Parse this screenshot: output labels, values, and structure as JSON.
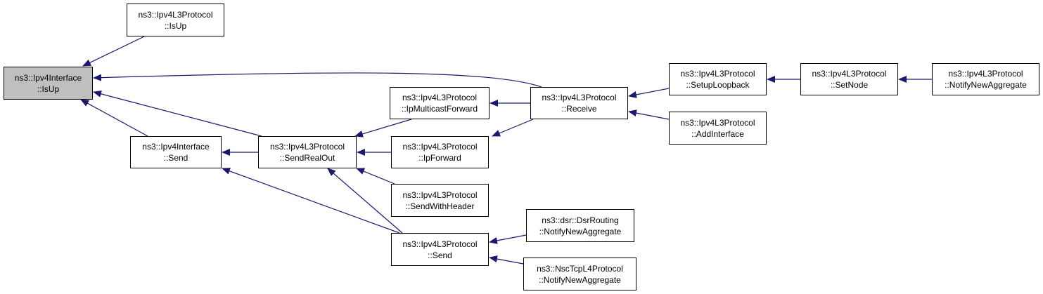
{
  "diagram": {
    "type": "call-graph",
    "colors": {
      "edge": "#191970",
      "root_fill": "#bfbfbf",
      "node_fill": "#ffffff",
      "border": "#000000"
    },
    "nodes": [
      {
        "id": "ipv4if_isup",
        "line1": "ns3::Ipv4Interface",
        "line2": "::IsUp",
        "root": true
      },
      {
        "id": "l3_isup",
        "line1": "ns3::Ipv4L3Protocol",
        "line2": "::IsUp"
      },
      {
        "id": "ipv4if_send",
        "line1": "ns3::Ipv4Interface",
        "line2": "::Send"
      },
      {
        "id": "l3_sendrealout",
        "line1": "ns3::Ipv4L3Protocol",
        "line2": "::SendRealOut"
      },
      {
        "id": "l3_ipmulticastforward",
        "line1": "ns3::Ipv4L3Protocol",
        "line2": "::IpMulticastForward"
      },
      {
        "id": "l3_ipforward",
        "line1": "ns3::Ipv4L3Protocol",
        "line2": "::IpForward"
      },
      {
        "id": "l3_sendwithheader",
        "line1": "ns3::Ipv4L3Protocol",
        "line2": "::SendWithHeader"
      },
      {
        "id": "l3_send",
        "line1": "ns3::Ipv4L3Protocol",
        "line2": "::Send"
      },
      {
        "id": "l3_receive",
        "line1": "ns3::Ipv4L3Protocol",
        "line2": "::Receive"
      },
      {
        "id": "l3_setuploopback",
        "line1": "ns3::Ipv4L3Protocol",
        "line2": "::SetupLoopback"
      },
      {
        "id": "l3_addinterface",
        "line1": "ns3::Ipv4L3Protocol",
        "line2": "::AddInterface"
      },
      {
        "id": "l3_setnode",
        "line1": "ns3::Ipv4L3Protocol",
        "line2": "::SetNode"
      },
      {
        "id": "l3_notifynewaggregate",
        "line1": "ns3::Ipv4L3Protocol",
        "line2": "::NotifyNewAggregate"
      },
      {
        "id": "dsr_notifynewaggregate",
        "line1": "ns3::dsr::DsrRouting",
        "line2": "::NotifyNewAggregate"
      },
      {
        "id": "nsc_notifynewaggregate",
        "line1": "ns3::NscTcpL4Protocol",
        "line2": "::NotifyNewAggregate"
      }
    ],
    "edges": [
      {
        "from": "l3_isup",
        "to": "ipv4if_isup"
      },
      {
        "from": "l3_receive",
        "to": "ipv4if_isup"
      },
      {
        "from": "l3_sendrealout",
        "to": "ipv4if_isup"
      },
      {
        "from": "ipv4if_send",
        "to": "ipv4if_isup"
      },
      {
        "from": "l3_sendrealout",
        "to": "ipv4if_send"
      },
      {
        "from": "l3_send",
        "to": "ipv4if_send"
      },
      {
        "from": "l3_ipmulticastforward",
        "to": "l3_sendrealout"
      },
      {
        "from": "l3_ipforward",
        "to": "l3_sendrealout"
      },
      {
        "from": "l3_sendwithheader",
        "to": "l3_sendrealout"
      },
      {
        "from": "l3_send",
        "to": "l3_sendrealout"
      },
      {
        "from": "l3_receive",
        "to": "l3_ipmulticastforward"
      },
      {
        "from": "l3_receive",
        "to": "l3_ipforward"
      },
      {
        "from": "l3_setuploopback",
        "to": "l3_receive"
      },
      {
        "from": "l3_addinterface",
        "to": "l3_receive"
      },
      {
        "from": "l3_setnode",
        "to": "l3_setuploopback"
      },
      {
        "from": "l3_notifynewaggregate",
        "to": "l3_setnode"
      },
      {
        "from": "dsr_notifynewaggregate",
        "to": "l3_send"
      },
      {
        "from": "nsc_notifynewaggregate",
        "to": "l3_send"
      }
    ]
  }
}
